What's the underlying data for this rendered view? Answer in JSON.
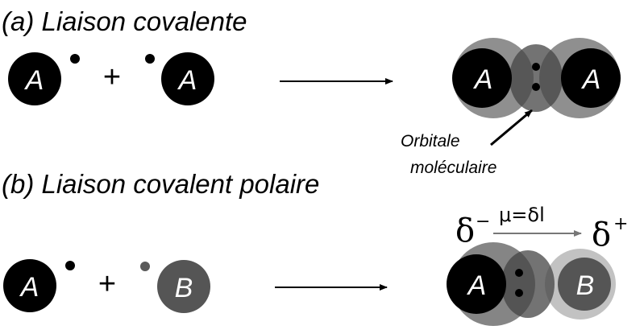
{
  "section_a": {
    "title": "(a) Liaison covalente",
    "atom_label": "A",
    "plus": "+",
    "orbital_label_line1": "Orbitale",
    "orbital_label_line2": "moléculaire"
  },
  "section_b": {
    "title": "(b) Liaison covalent polaire",
    "atom_a_label": "A",
    "atom_b_label": "B",
    "plus": "+",
    "delta_minus": "δ",
    "delta_minus_sign": "−",
    "delta_plus": "δ",
    "delta_plus_sign": "+",
    "dipole_moment": "μ=δl"
  },
  "colors": {
    "atom_a": "#000000",
    "atom_b": "#555555",
    "electron_b": "#5a5a5a",
    "cloud_a": "#3a3a3a",
    "cloud_b": "#8c8c8c",
    "overlap": "#4a4a4a",
    "arrow_gray": "#777777"
  }
}
